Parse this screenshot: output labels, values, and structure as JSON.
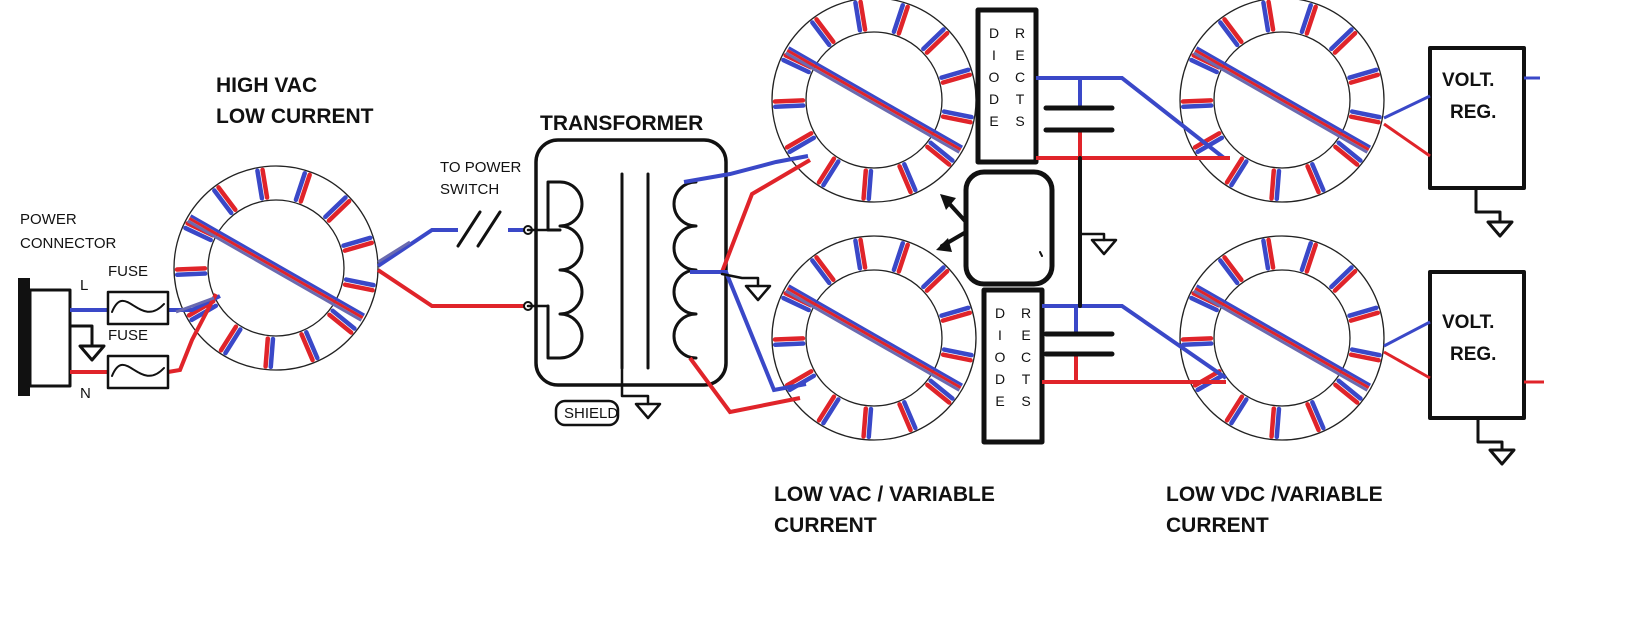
{
  "colors": {
    "wire_blue": "#3a48c8",
    "wire_red": "#e0242a",
    "wire_slate": "#6a6ab0",
    "outline": "#111111"
  },
  "labels": {
    "power_connector_line1": "POWER",
    "power_connector_line2": "CONNECTOR",
    "l": "L",
    "n": "N",
    "fuse_top": "FUSE",
    "fuse_bottom": "FUSE",
    "high_vac_line1": "HIGH VAC",
    "high_vac_line2": "LOW CURRENT",
    "to_power_line1": "TO POWER",
    "to_power_line2": "SWITCH",
    "transformer": "TRANSFORMER",
    "shield": "SHIELD",
    "low_vac_line1": "LOW VAC / VARIABLE",
    "low_vac_line2": "CURRENT",
    "low_vdc_line1": "LOW VDC /VARIABLE",
    "low_vdc_line2": "CURRENT",
    "diode": "DIODE",
    "rects": "RECTS",
    "volt_reg_top_line1": "VOLT.",
    "volt_reg_top_line2": "REG.",
    "volt_reg_bottom_line1": "VOLT.",
    "volt_reg_bottom_line2": "REG."
  }
}
